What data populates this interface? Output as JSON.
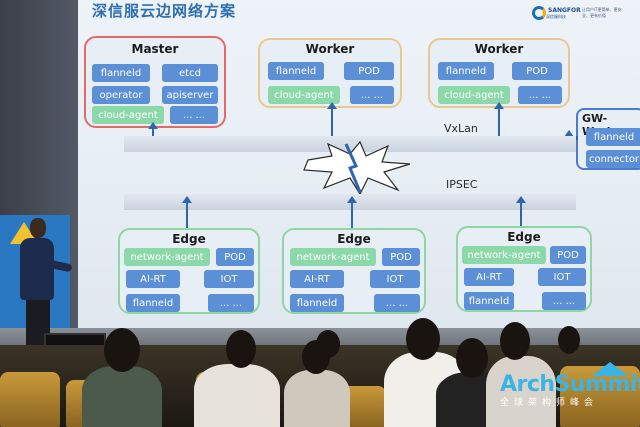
{
  "slide": {
    "title": "深信服云边网络方案",
    "logo_name": "SANGFOR",
    "logo_sub": "深信服科技",
    "logo_tagline": "让用户IT更简单、更安全、更有价值"
  },
  "master": {
    "title": "Master",
    "chips": [
      "flanneld",
      "etcd",
      "operator",
      "apiserver",
      "cloud-agent",
      "... ..."
    ]
  },
  "workers": [
    {
      "title": "Worker",
      "chips": [
        "flanneld",
        "POD",
        "cloud-agent",
        "... ..."
      ]
    },
    {
      "title": "Worker",
      "chips": [
        "flanneld",
        "POD",
        "cloud-agent",
        "... ..."
      ]
    }
  ],
  "gw_worker": {
    "title": "GW-Worker",
    "chips": [
      "flanneld",
      "connector"
    ]
  },
  "networks": {
    "vxlan": "VxLan",
    "ipsec": "IPSEC"
  },
  "edges": [
    {
      "title": "Edge",
      "chips": [
        "network-agent",
        "POD",
        "AI-RT",
        "IOT",
        "flanneld",
        "... ..."
      ]
    },
    {
      "title": "Edge",
      "chips": [
        "network-agent",
        "POD",
        "AI-RT",
        "IOT",
        "flanneld",
        "... ..."
      ]
    },
    {
      "title": "Edge",
      "chips": [
        "network-agent",
        "POD",
        "AI-RT",
        "IOT",
        "flanneld",
        "... ..."
      ]
    }
  ],
  "event": {
    "logo_word": "ArchSummit",
    "logo_sub": "全球架构师峰会"
  },
  "colors": {
    "chip_blue": "#5b8fd6",
    "chip_green": "#8bd9a8",
    "master_border": "#e46a6a",
    "worker_border": "#e9c98f",
    "edge_border": "#8fd6a0",
    "gw_border": "#4a7bd0",
    "title_blue": "#2f6fb0",
    "archsummit_blue": "#3ab4e6"
  }
}
